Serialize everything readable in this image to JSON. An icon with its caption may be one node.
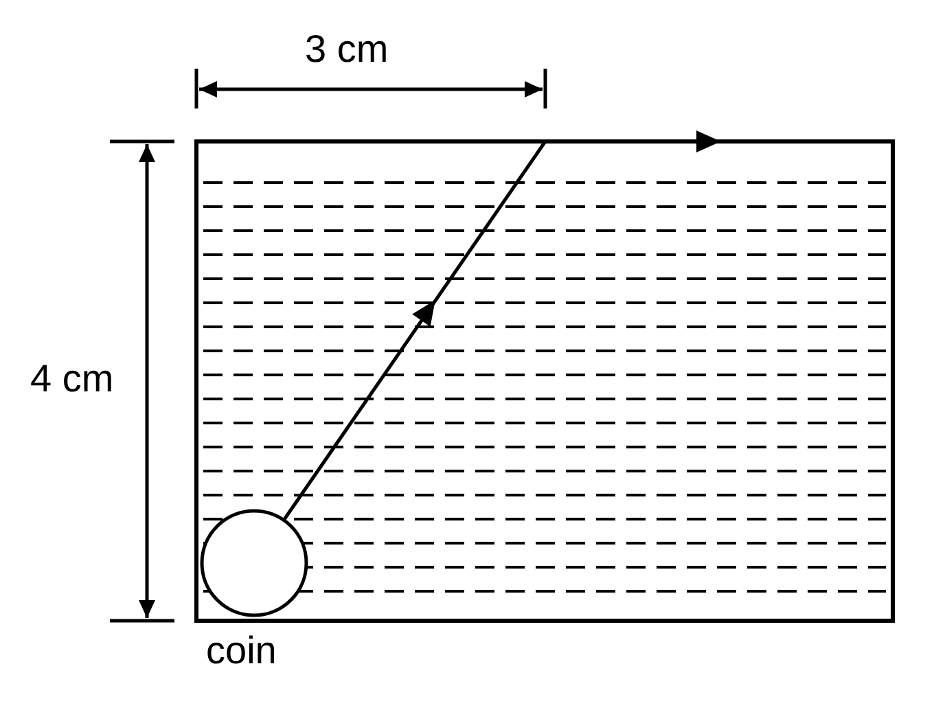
{
  "diagram": {
    "nodes": [
      {
        "text": [],
        "shape": "box"
      },
      {
        "text": [],
        "shape": "circle",
        "in": 0,
        "beside": [
          "coin"
        ]
      }
    ],
    "edges": [
      {
        "from": 1,
        "to": 0,
        "arrow": "to"
      }
    ],
    "labels": [
      "3 cm",
      "4 cm"
    ]
  }
}
